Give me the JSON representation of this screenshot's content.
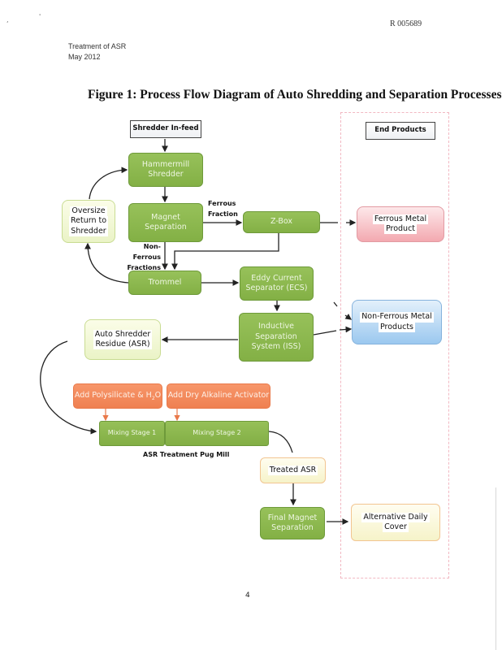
{
  "document": {
    "doc_id": "R  005689",
    "header_line1": "Treatment of ASR",
    "header_line2": "May 2012",
    "page_number": "4",
    "margin_marks": [
      ",",
      "'"
    ]
  },
  "figure": {
    "title": "Figure 1: Process Flow Diagram of Auto Shredding and Separation Processes",
    "nodes": {
      "shredder_infeed": "Shredder In-feed",
      "hammermill": [
        "Hammermill",
        "Shredder"
      ],
      "oversize": [
        "Oversize",
        "Return to",
        "Shredder"
      ],
      "magnet_separation": [
        "Magnet",
        "Separation"
      ],
      "zbox": "Z-Box",
      "trommel": "Trommel",
      "ecs": [
        "Eddy Current",
        "Separator (ECS)"
      ],
      "iss": [
        "Inductive",
        "Separation",
        "System (ISS)"
      ],
      "asr": [
        "Auto Shredder",
        "Residue (ASR)"
      ],
      "add_polysilicate": "Add Polysilicate & H",
      "add_polysilicate_sub": "2",
      "add_polysilicate_tail": "O",
      "add_alkaline": "Add Dry Alkaline Activator",
      "mixing_stage_1": "Mixing Stage 1",
      "mixing_stage_2": "Mixing Stage 2",
      "pug_mill_label": "ASR Treatment Pug Mill",
      "treated_asr": "Treated ASR",
      "final_magnet": [
        "Final Magnet",
        "Separation"
      ]
    },
    "edge_labels": {
      "ferrous_fraction": [
        "Ferrous",
        "Fraction"
      ],
      "non_ferrous_fractions": [
        "Non-Ferrous",
        "Fractions"
      ]
    },
    "end_products": {
      "header": "End Products",
      "ferrous_metal": [
        "Ferrous Metal",
        "Product"
      ],
      "non_ferrous_metal": [
        "Non-Ferrous Metal",
        "Products"
      ],
      "alternative_daily_cover": [
        "Alternative Daily",
        "Cover"
      ]
    },
    "colors": {
      "process_green": "#8ab84c",
      "oversize_lightgreen": "#f1f7d6",
      "ferrous_red": "#f3b3b9",
      "nonferrous_blue": "#acd1f1",
      "additive_orange": "#f2885a",
      "treated_cream": "#faf6dc",
      "panel_dash_pink": "#f2b8c2"
    }
  }
}
